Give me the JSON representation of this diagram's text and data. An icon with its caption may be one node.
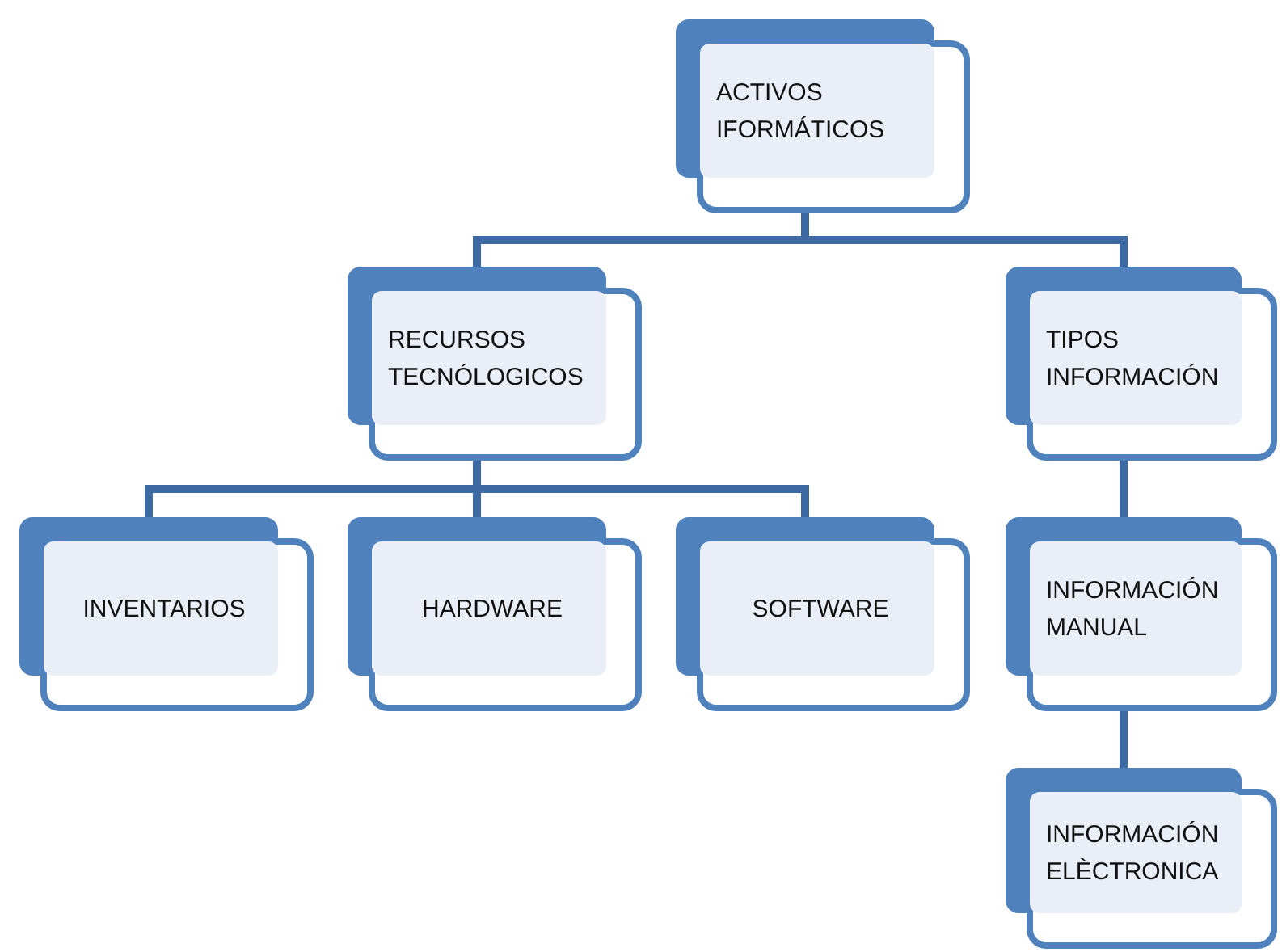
{
  "diagram": {
    "nodes": [
      {
        "text": [
          "ACTIVOS IFORMÁTICOS"
        ]
      },
      {
        "text": [
          "RECURSOS TECNÓLOGICOS"
        ]
      },
      {
        "text": [
          "TIPOS INFORMACIÓN"
        ]
      },
      {
        "text": [
          "INVENTARIOS"
        ]
      },
      {
        "text": [
          "HARDWARE"
        ]
      },
      {
        "text": [
          "SOFTWARE"
        ]
      },
      {
        "text": [
          "INFORMACIÓN MANUAL"
        ]
      },
      {
        "text": [
          "INFORMACIÓN ELÈCTRONICA"
        ]
      }
    ],
    "edges": [
      {
        "from": 0,
        "to": 1,
        "arrow": "none"
      },
      {
        "from": 0,
        "to": 2,
        "arrow": "none"
      },
      {
        "from": 1,
        "to": 3,
        "arrow": "none"
      },
      {
        "from": 1,
        "to": 4,
        "arrow": "none"
      },
      {
        "from": 1,
        "to": 5,
        "arrow": "none"
      },
      {
        "from": 2,
        "to": 6,
        "arrow": "none"
      },
      {
        "from": 6,
        "to": 7,
        "arrow": "none"
      }
    ]
  }
}
